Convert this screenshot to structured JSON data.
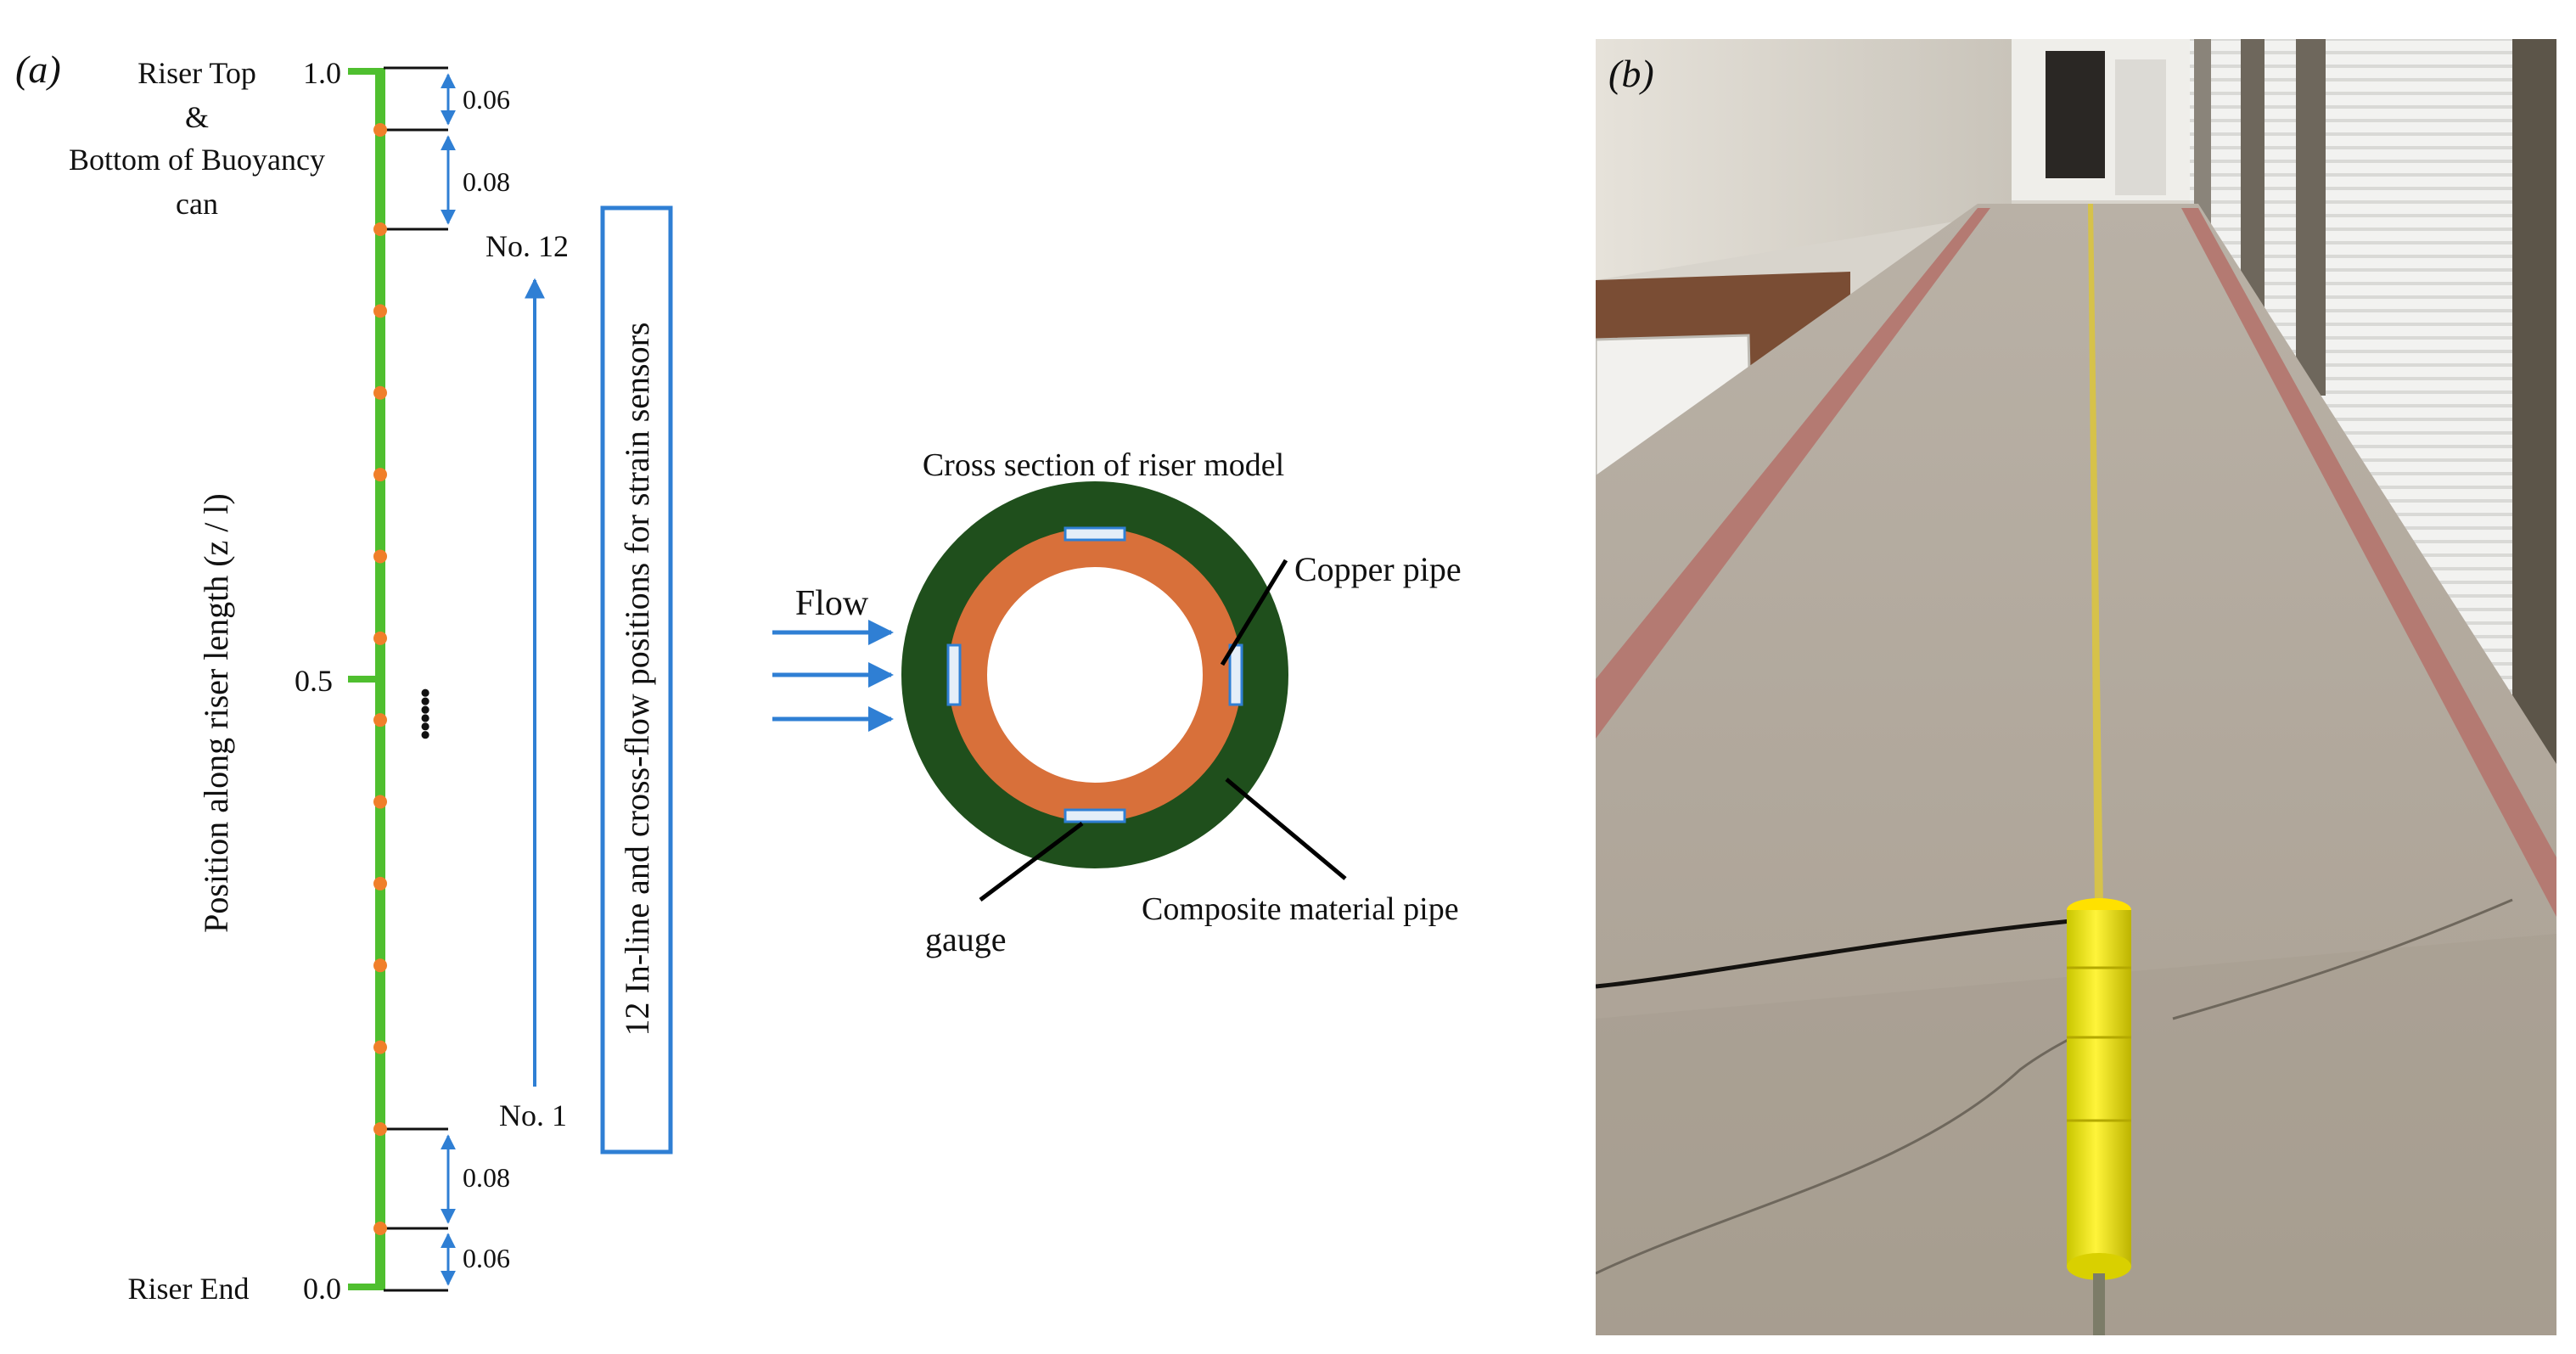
{
  "panel_a": {
    "label": "(a)",
    "axis_label": "Position along riser length (z / l)",
    "ticks": {
      "top": "1.0",
      "mid": "0.5",
      "bottom": "0.0"
    },
    "top_label": {
      "line1": "Riser Top",
      "line2": "&",
      "line3": "Bottom of Buoyancy",
      "line4": "can"
    },
    "bottom_label": "Riser End",
    "spacings": {
      "top_1": "0.06",
      "top_2": "0.08",
      "bottom_1": "0.08",
      "bottom_2": "0.06"
    },
    "sensor_count": 12,
    "sensor_label_top": "No. 12",
    "sensor_label_bottom": "No. 1",
    "ellipsis": "••••••",
    "sensor_box_text": "12 In-line and cross-flow positions for strain sensors",
    "cross_section": {
      "title": "Cross section of riser model",
      "flow": "Flow",
      "copper_label": "Copper pipe",
      "composite_label": "Composite material pipe",
      "gauge_label": "gauge"
    },
    "colors": {
      "riser": "#4fbf2f",
      "sensor_dot": "#f07f2a",
      "arrow_blue": "#2f7fd4",
      "outer_pipe": "#1f4f1c",
      "copper_pipe": "#d8703a",
      "gauge_fill": "#e4eef8"
    }
  },
  "panel_b": {
    "label": "(b)",
    "description_icon": "riser-model-photo"
  }
}
